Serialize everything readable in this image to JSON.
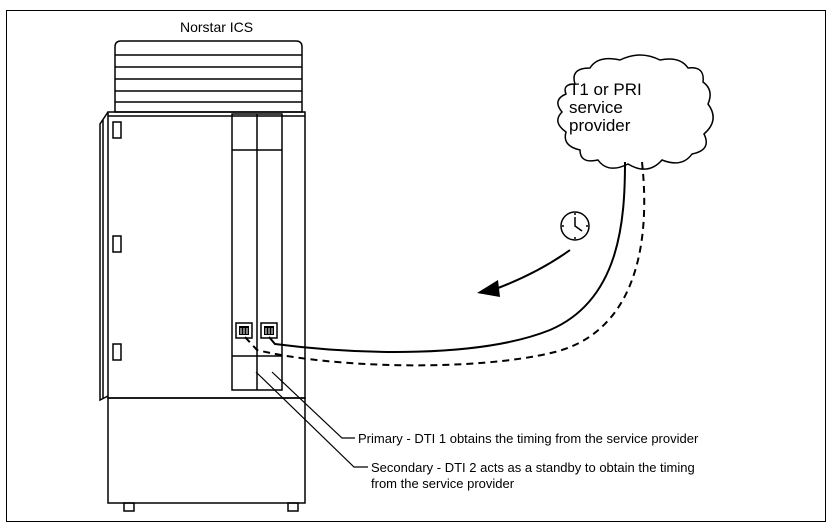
{
  "title": "Norstar ICS",
  "cloud": {
    "lines": [
      "T1 or PRI",
      "service",
      "provider"
    ]
  },
  "callouts": {
    "primary": "Primary - DTI 1 obtains the timing from the service provider",
    "secondary_line1": "Secondary - DTI 2 acts as a standby to obtain the timing",
    "secondary_line2": "from the service provider"
  },
  "icons": {
    "clock": "clock-icon",
    "jack": "rj45-jack-icon"
  },
  "colors": {
    "line": "#000000",
    "background": "#ffffff"
  }
}
